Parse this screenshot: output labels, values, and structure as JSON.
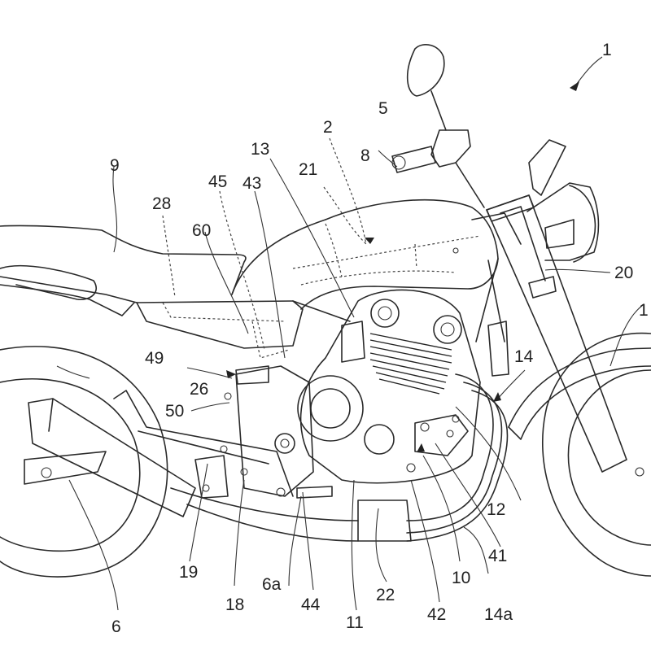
{
  "figure": {
    "title": "Motorcycle side view patent drawing",
    "reference_labels": [
      {
        "id": "1",
        "text": "1"
      },
      {
        "id": "1b",
        "text": "1"
      },
      {
        "id": "2",
        "text": "2"
      },
      {
        "id": "5",
        "text": "5"
      },
      {
        "id": "6",
        "text": "6"
      },
      {
        "id": "6a",
        "text": "6a"
      },
      {
        "id": "8",
        "text": "8"
      },
      {
        "id": "9",
        "text": "9"
      },
      {
        "id": "10",
        "text": "10"
      },
      {
        "id": "11",
        "text": "11"
      },
      {
        "id": "12",
        "text": "12"
      },
      {
        "id": "13",
        "text": "13"
      },
      {
        "id": "14",
        "text": "14"
      },
      {
        "id": "14a",
        "text": "14a"
      },
      {
        "id": "18",
        "text": "18"
      },
      {
        "id": "19",
        "text": "19"
      },
      {
        "id": "20",
        "text": "20"
      },
      {
        "id": "21",
        "text": "21"
      },
      {
        "id": "22",
        "text": "22"
      },
      {
        "id": "26",
        "text": "26"
      },
      {
        "id": "28",
        "text": "28"
      },
      {
        "id": "41",
        "text": "41"
      },
      {
        "id": "42",
        "text": "42"
      },
      {
        "id": "43",
        "text": "43"
      },
      {
        "id": "44",
        "text": "44"
      },
      {
        "id": "45",
        "text": "45"
      },
      {
        "id": "49",
        "text": "49"
      },
      {
        "id": "50",
        "text": "50"
      },
      {
        "id": "60",
        "text": "60"
      }
    ]
  }
}
